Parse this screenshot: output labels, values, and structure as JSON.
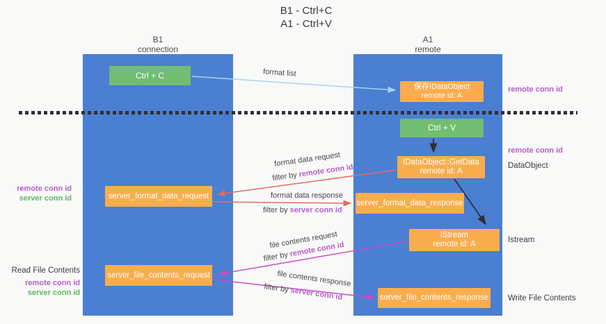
{
  "title": {
    "line1": "B1 - Ctrl+C",
    "line2": "A1 - Ctrl+V"
  },
  "lanes": {
    "left": {
      "title": "B1",
      "subtitle": "connection"
    },
    "right": {
      "title": "A1",
      "subtitle": "remote"
    }
  },
  "nodes": {
    "ctrl_c": {
      "label": "Ctrl + C"
    },
    "ctrl_v": {
      "label": "Ctrl + V"
    },
    "save_idataobject": {
      "line1": "保存IDataObject",
      "line2": "remote id: A"
    },
    "getdata": {
      "line1": "IDataObject::GetData",
      "line2": "remote id: A"
    },
    "istream": {
      "line1": "IStream",
      "line2": "remote id: A"
    },
    "format_request": {
      "label": "server_format_data_request"
    },
    "format_response": {
      "label": "server_format_data_response"
    },
    "file_request": {
      "label": "server_file_contents_request"
    },
    "file_response": {
      "label": "server_file_contents_response"
    }
  },
  "edge_labels": {
    "format_list": "format list",
    "format_data_request": "format data request",
    "format_data_request_filter_prefix": "filter by ",
    "format_data_request_filter_id": "remote conn id",
    "format_data_response": "format data response",
    "format_data_response_filter_prefix": "filter by ",
    "format_data_response_filter_id": "server conn id",
    "file_contents_request": "file contents request",
    "file_contents_request_filter_prefix": "filter by ",
    "file_contents_request_filter_id": "remote conn id",
    "file_contents_response": "file contents response",
    "file_contents_response_filter_prefix": "filter by ",
    "file_contents_response_filter_id": "server conn id"
  },
  "annotations": {
    "right_top_conn_id": "remote conn id",
    "right_mid_conn_id": "remote conn id",
    "dataobject": "DataObject",
    "istream": "Istream",
    "write_file_contents": "Write File Contents",
    "left_format_remote_conn_id": "remote conn id",
    "left_format_server_conn_id": "server conn id",
    "read_file_contents": "Read File Contents",
    "left_file_remote_conn_id": "remote conn id",
    "left_file_server_conn_id": "server conn id"
  },
  "colors": {
    "lane_blue": "#4a7fd2",
    "node_green": "#71bd71",
    "node_orange": "#f9ad4d",
    "label_purple": "#b25fca",
    "label_green": "#5cb85c",
    "arrow_red": "#e56a60",
    "arrow_magenta": "#ca4bc5",
    "arrow_lightblue": "#a6d2f2",
    "arrow_black": "#2f2f2f"
  }
}
